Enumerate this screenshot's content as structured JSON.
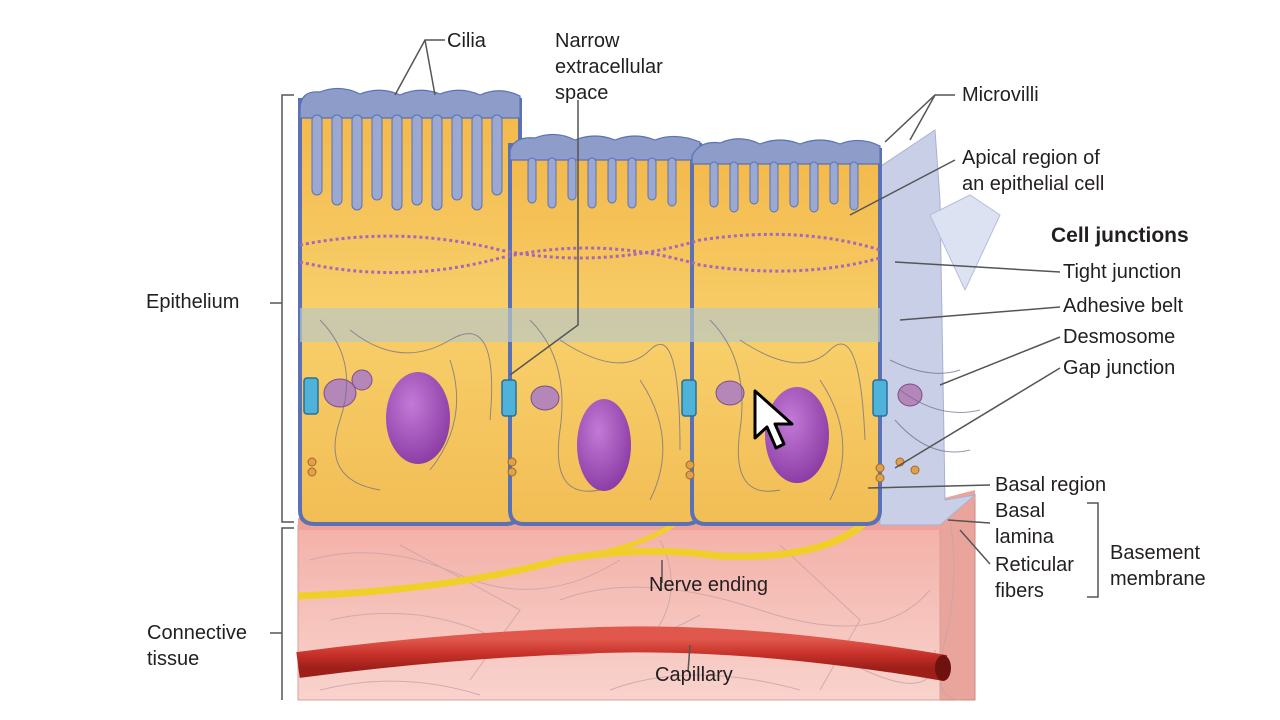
{
  "labels": {
    "cilia": "Cilia",
    "narrow_space": [
      "Narrow",
      "extracellular",
      "space"
    ],
    "microvilli": "Microvilli",
    "apical_region": [
      "Apical region of",
      "an epithelial cell"
    ],
    "cell_junctions": "Cell junctions",
    "tight_junction": "Tight junction",
    "adhesive_belt": "Adhesive belt",
    "desmosome": "Desmosome",
    "gap_junction": "Gap junction",
    "epithelium": "Epithelium",
    "basal_region": "Basal region",
    "basal_lamina": [
      "Basal",
      "lamina"
    ],
    "reticular_fibers": [
      "Reticular",
      "fibers"
    ],
    "basement_membrane": [
      "Basement",
      "membrane"
    ],
    "nerve_ending": "Nerve ending",
    "connective_tissue": [
      "Connective",
      "tissue"
    ],
    "capillary": "Capillary"
  },
  "colors": {
    "cytoplasm": "#f7c65c",
    "cilia": "#8d9cc9",
    "membrane": "#5a72b5",
    "nucleus": "#a04bb8",
    "connective": "#f5c4c0",
    "basal_lamina": "#eda397",
    "capillary": "#c8322a",
    "nerve": "#f1cf2b",
    "junction_band": "#b8c8c4",
    "text": "#231f20"
  }
}
